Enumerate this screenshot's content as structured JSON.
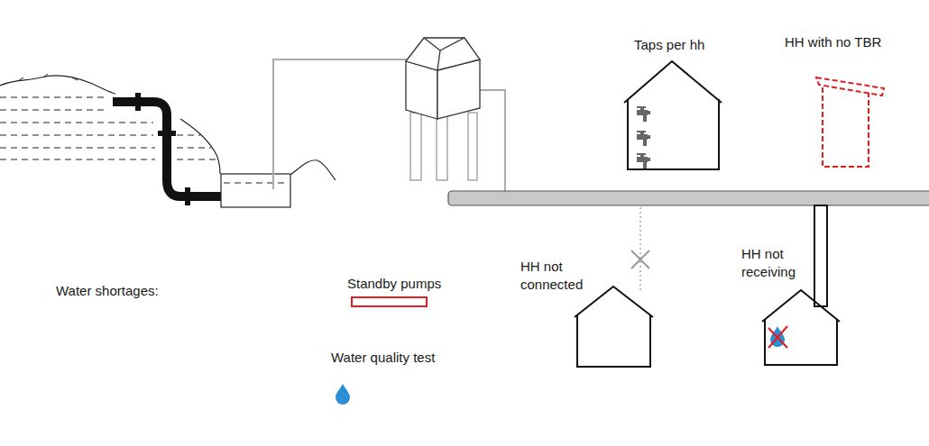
{
  "diagram": {
    "labels": [
      "Taps per hh",
      "HH with no TBR",
      "Standby pumps",
      "HH not connected",
      "HH not receiving",
      "Water shortages:",
      "Water quality test"
    ]
  }
}
